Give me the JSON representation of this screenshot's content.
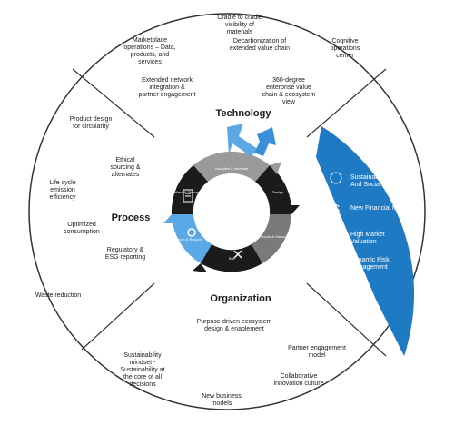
{
  "sections": {
    "technology": {
      "title": "Technology",
      "items": [
        "Cradle to cradle visibility of materials",
        "Marketplace operations – Data, products, and services",
        "Decarbonization of extended value chain",
        "Cognitive operations center",
        "Extended network integration & partner engagement",
        "360-degree enterprise value chain & ecosystem view"
      ]
    },
    "process": {
      "title": "Process",
      "items": [
        "Product design for circularity",
        "Ethical sourcing & alternates",
        "Life cycle emission efficiency",
        "Optimized consumption",
        "Regulatory & ESG reporting",
        "Waste reduction"
      ]
    },
    "organization": {
      "title": "Organization",
      "items": [
        "Purpose-driven ecosystem design & enablement",
        "Sustainability mindset - Sustainability at the core of all decisions",
        "Partner engagement model",
        "Collaborative innovation culture",
        "New business models"
      ]
    },
    "outcomes": {
      "title": "Outcomes",
      "items": [
        {
          "icon": "leaf-badge-icon",
          "label": "Sustainable Brand And Social Image"
        },
        {
          "icon": "dollar-icon",
          "label": "New Financial Models"
        },
        {
          "icon": "bar-chart-icon",
          "label": "High Market Valuation"
        },
        {
          "icon": "warning-triangle-icon",
          "label": "Dynamic Risk Management"
        }
      ]
    }
  },
  "cycle": {
    "segments": [
      "Visualize & Innovate",
      "Design",
      "Procure & Manufacture",
      "Sell",
      "Return & Recycle",
      "Collect & Dispose"
    ]
  },
  "colors": {
    "accent_blue": "#1f7ac4",
    "light_blue": "#5aa9e6",
    "dark_segment": "#1b1b1b",
    "grey_segment": "#9a9a9a",
    "outline": "#333333"
  }
}
